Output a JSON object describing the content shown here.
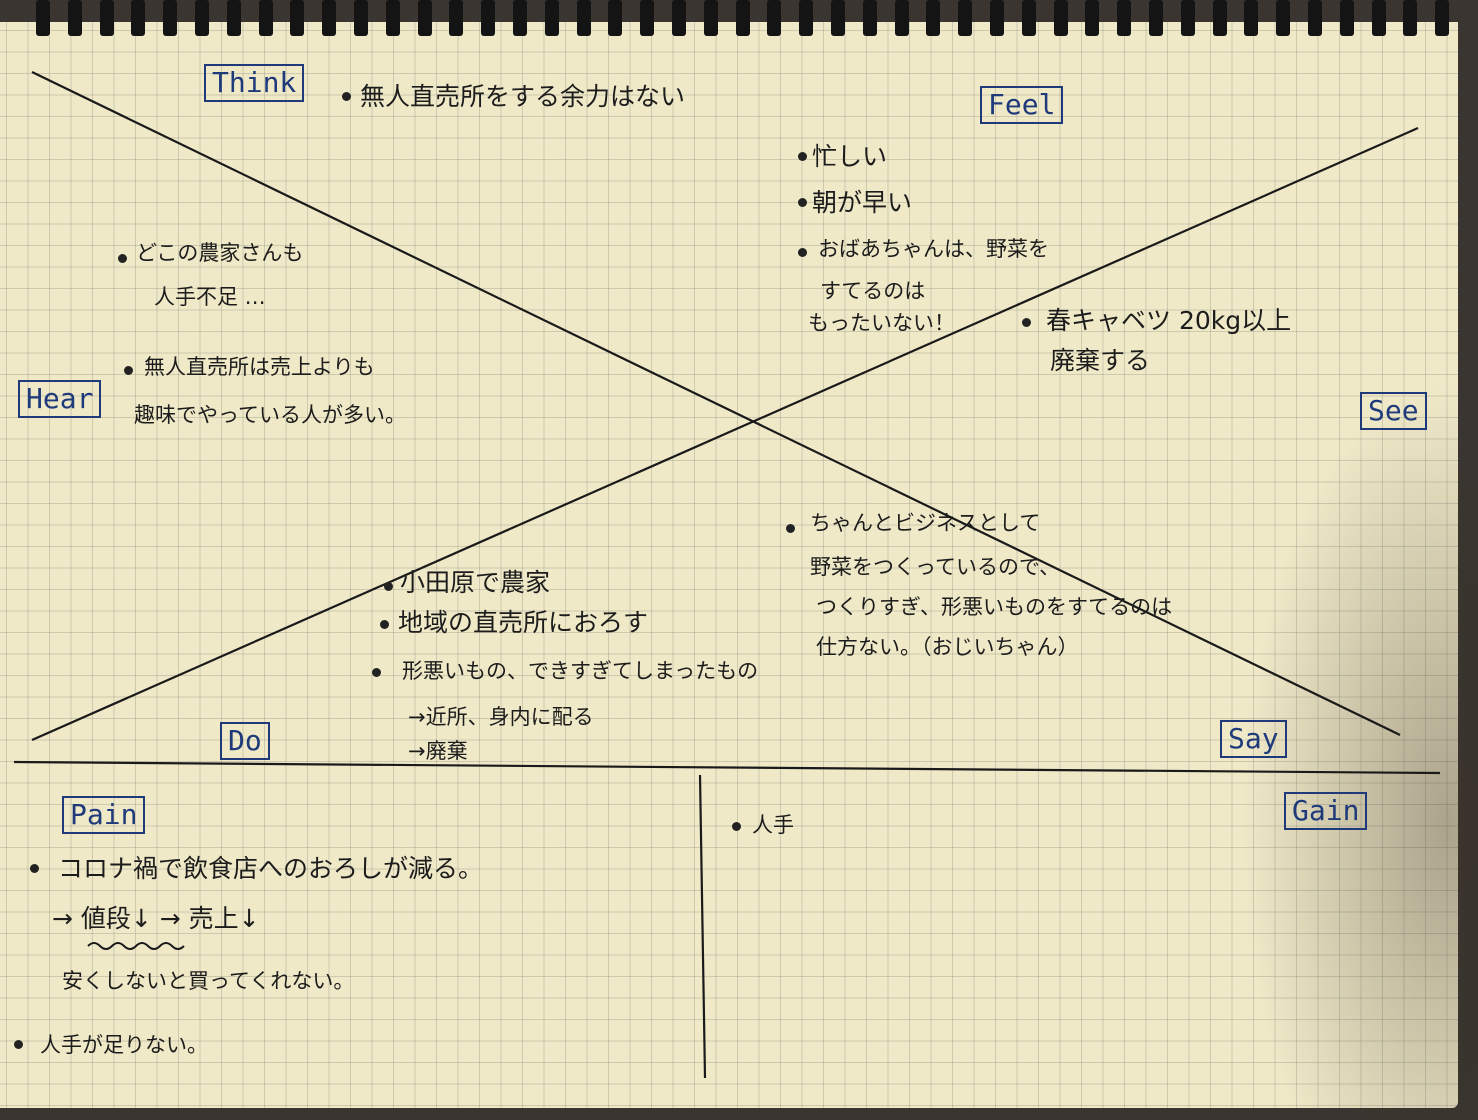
{
  "labels": {
    "think": "Think",
    "feel": "Feel",
    "hear": "Hear",
    "see": "See",
    "do": "Do",
    "say": "Say",
    "pain": "Pain",
    "gain": "Gain"
  },
  "think": {
    "item1": "無人直売所をする余力はない"
  },
  "feel": {
    "item1": "忙しい",
    "item2": "朝が早い",
    "item3_line1": "おばあちゃんは、野菜を",
    "item3_line2": "すてるのは",
    "item3_line3": "もったいない！"
  },
  "see": {
    "item1_line1": "春キャベツ 20kg以上",
    "item1_line2": "廃棄する"
  },
  "hear": {
    "item1_line1": "どこの農家さんも",
    "item1_line2": "人手不足 …",
    "item2_line1": "無人直売所は売上よりも",
    "item2_line2": "趣味でやっている人が多い。"
  },
  "say": {
    "line1": "ちゃんとビジネスとして",
    "line2": "野菜をつくっているので、",
    "line3": "つくりすぎ、形悪いものをすてるのは",
    "line4": "仕方ない。（おじいちゃん）"
  },
  "do": {
    "item1": "小田原で農家",
    "item2": "地域の直売所におろす",
    "item3": "形悪いもの、できすぎてしまったもの",
    "sub1": "→近所、身内に配る",
    "sub2": "→廃棄"
  },
  "pain": {
    "item1": "コロナ禍で飲食店へのおろしが減る。",
    "item1_sub1": "→ 値段↓ → 売上↓",
    "item1_sub2": "安くしないと買ってくれない。",
    "item2": "人手が足りない。"
  },
  "gain": {
    "item1": "人手"
  },
  "colors": {
    "paper": "#efe9c8",
    "ink": "#1c1c1c",
    "label_ink": "#1f3a7a",
    "rings": "#141414"
  }
}
